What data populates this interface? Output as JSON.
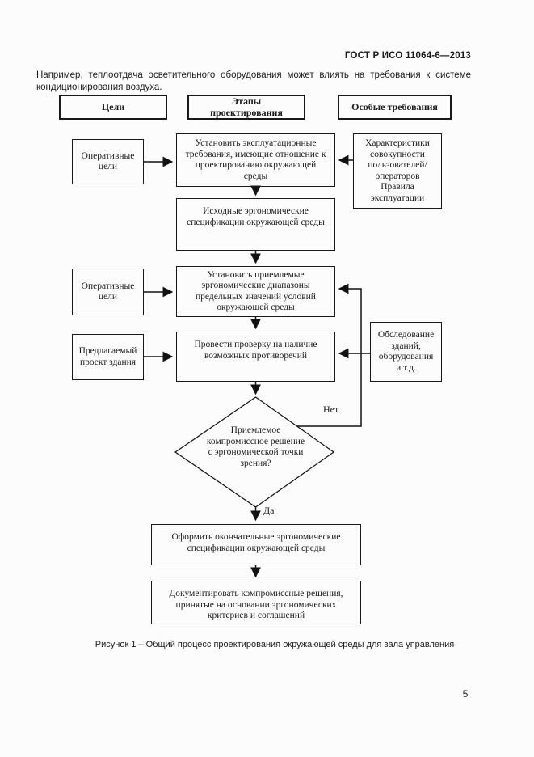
{
  "page": {
    "doc_number": "ГОСТ Р ИСО 11064-6—2013",
    "paragraph": "Например, теплоотдача осветительного оборудования может влиять на требования к системе кондиционирования воздуха.",
    "figure_caption": "Рисунок 1 – Общий процесс проектирования окружающей среды для зала управления",
    "page_number": "5"
  },
  "flowchart": {
    "column_headers": {
      "goals": "Цели",
      "design_stages": "Этапы проектирования",
      "special_requirements": "Особые требования"
    },
    "goal_boxes": {
      "operational_goals_top": "Оперативные цели",
      "operational_goals_mid": "Оперативные цели",
      "proposed_building_design": "Предлагаемый проект здания"
    },
    "stage_boxes": {
      "establish_operational_requirements": "Установить эксплуатационные требования, имеющие отношение к проектированию окружающей среды",
      "initial_ergonomic_specifications": "Исходные эргономические спецификации окружающей среды",
      "establish_acceptable_ranges": "Установить приемлемые эргономические диапазоны предельных значений условий окружающей среды",
      "check_for_conflicts": "Провести проверку на наличие возможных противоречий",
      "decision_acceptable_compromise": "Приемлемое компромиссное решение с эргономической точки зрения?",
      "finalize_specifications": "Оформить окончательные эргономические спецификации окружающей среды",
      "document_compromises": "Документировать компромиссные решения, принятые на основании эргономических критериев и соглашений"
    },
    "requirement_boxes": {
      "user_population_characteristics_line1": "Характеристики совокупности пользователей/ операторов",
      "user_population_characteristics_line2": "Правила эксплуатации",
      "survey_of_buildings": "Обследование зданий, оборудования и т.д."
    },
    "branch_labels": {
      "no": "Нет",
      "yes": "Да"
    }
  }
}
